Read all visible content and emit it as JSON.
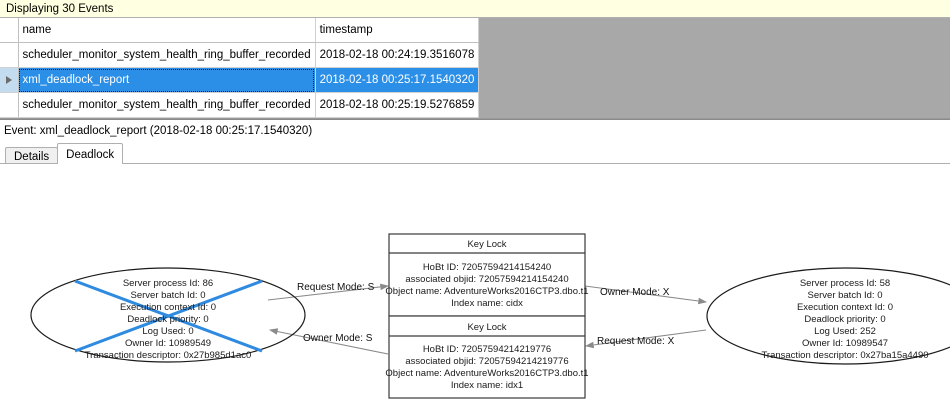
{
  "banner": {
    "text": "Displaying 30 Events"
  },
  "grid": {
    "columns": [
      {
        "key": "selector",
        "label": ""
      },
      {
        "key": "name",
        "label": "name"
      },
      {
        "key": "timestamp",
        "label": "timestamp"
      }
    ],
    "rows": [
      {
        "name": "scheduler_monitor_system_health_ring_buffer_recorded",
        "timestamp": "2018-02-18 00:24:19.3516078",
        "selected": false
      },
      {
        "name": "xml_deadlock_report",
        "timestamp": "2018-02-18 00:25:17.1540320",
        "selected": true
      },
      {
        "name": "scheduler_monitor_system_health_ring_buffer_recorded",
        "timestamp": "2018-02-18 00:25:19.5276859",
        "selected": false
      }
    ],
    "selection_color": "#2B8FE8",
    "selector_color": "#C3DCF0"
  },
  "event_header": {
    "text": "Event: xml_deadlock_report (2018-02-18 00:25:17.1540320)"
  },
  "tabs": [
    {
      "label": "Details",
      "active": false
    },
    {
      "label": "Deadlock",
      "active": true
    }
  ],
  "deadlock_graph": {
    "victim_marker_color": "#2E8BE0",
    "processes": [
      {
        "id": "process-left",
        "is_victim": true,
        "lines": [
          "Server process Id: 86",
          "Server batch Id: 0",
          "Execution context Id: 0",
          "Deadlock priority: 0",
          "Log Used: 0",
          "Owner Id: 10989549",
          "Transaction descriptor: 0x27b985d1ac0"
        ]
      },
      {
        "id": "process-right",
        "is_victim": false,
        "lines": [
          "Server process Id: 58",
          "Server batch Id: 0",
          "Execution context Id: 0",
          "Deadlock priority: 0",
          "Log Used: 252",
          "Owner Id: 10989547",
          "Transaction descriptor: 0x27ba15a4490"
        ]
      }
    ],
    "resources": [
      {
        "id": "keylock-top",
        "title": "Key Lock",
        "lines": [
          "HoBt ID: 72057594214154240",
          "associated objid: 72057594214154240",
          "Object name: AdventureWorks2016CTP3.dbo.t1",
          "Index name: cidx"
        ]
      },
      {
        "id": "keylock-bottom",
        "title": "Key Lock",
        "lines": [
          "HoBt ID: 72057594214219776",
          "associated objid: 72057594214219776",
          "Object name: AdventureWorks2016CTP3.dbo.t1",
          "Index name: idx1"
        ]
      }
    ],
    "edges": [
      {
        "id": "edge-left-request",
        "label": "Request Mode: S",
        "from": "process-left",
        "to": "keylock-top"
      },
      {
        "id": "edge-right-owner",
        "label": "Owner Mode: X",
        "from": "keylock-top",
        "to": "process-right"
      },
      {
        "id": "edge-left-owner",
        "label": "Owner Mode: S",
        "from": "keylock-bottom",
        "to": "process-left"
      },
      {
        "id": "edge-right-request",
        "label": "Request Mode: X",
        "from": "process-right",
        "to": "keylock-bottom"
      }
    ]
  }
}
